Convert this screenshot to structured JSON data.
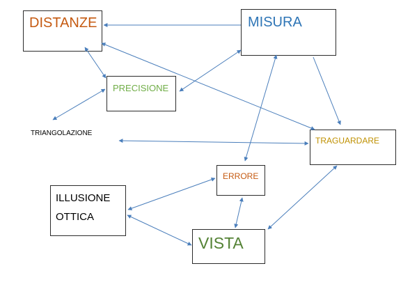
{
  "colors": {
    "arrow": "#4a7ebb",
    "border": "#2b2b2b",
    "orange": "#c55a11",
    "blue": "#2e75b6",
    "green": "#70ad47",
    "dark_green": "#548235",
    "gold": "#bf9000",
    "black": "#000000"
  },
  "nodes": {
    "distanze": {
      "label": "DISTANZE"
    },
    "misura": {
      "label": "MISURA"
    },
    "precisione": {
      "label": "PRECISIONE"
    },
    "triangolazione": {
      "label": "TRIANGOLAZIONE"
    },
    "traguardare": {
      "label": "TRAGUARDARE"
    },
    "errore": {
      "label": "ERRORE"
    },
    "illusione_ottica": {
      "line1": "ILLUSIONE",
      "line2": "OTTICA"
    },
    "vista": {
      "label": "VISTA"
    }
  }
}
